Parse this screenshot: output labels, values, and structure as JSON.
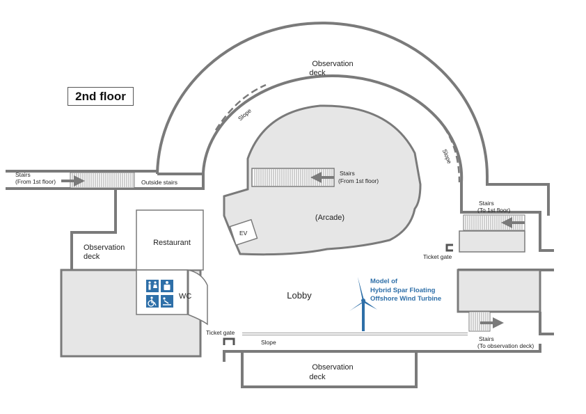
{
  "title": "2nd floor",
  "colors": {
    "wall": "#7a7a7a",
    "fill": "#e6e6e6",
    "accent": "#2e6fa8",
    "arrow": "#7a7a7a"
  },
  "rooms": {
    "observation_deck_top_line1": "Observation",
    "observation_deck_top_line2": "deck",
    "observation_deck_left_line1": "Observation",
    "observation_deck_left_line2": "deck",
    "observation_deck_bottom_line1": "Observation",
    "observation_deck_bottom_line2": "deck",
    "arcade": "(Arcade)",
    "restaurant": "Restaurant",
    "lobby": "Lobby",
    "wc": "WC",
    "ev": "EV"
  },
  "labels": {
    "slope_left": "Slope",
    "slope_right": "Slope",
    "slope_bottom": "Slope",
    "outside_stairs": "Outside stairs",
    "stairs_left_line1": "Stairs",
    "stairs_left_line2": "(From 1st floor)",
    "stairs_center_line1": "Stairs",
    "stairs_center_line2": "(From 1st floor)",
    "stairs_right_line1": "Stairs",
    "stairs_right_line2": "(To 1st floor)",
    "stairs_bottom_line1": "Stairs",
    "stairs_bottom_line2": "(To observation deck)",
    "ticket_gate_left": "Ticket gate",
    "ticket_gate_right": "Ticket gate"
  },
  "model": {
    "line1": "Model of",
    "line2": "Hybrid Spar Floating",
    "line3": "Offshore Wind Turbine"
  },
  "icons": [
    "restroom-icon",
    "nursing-room-icon",
    "accessible-icon",
    "baby-changing-icon",
    "wind-turbine-icon",
    "arrow-icon"
  ]
}
